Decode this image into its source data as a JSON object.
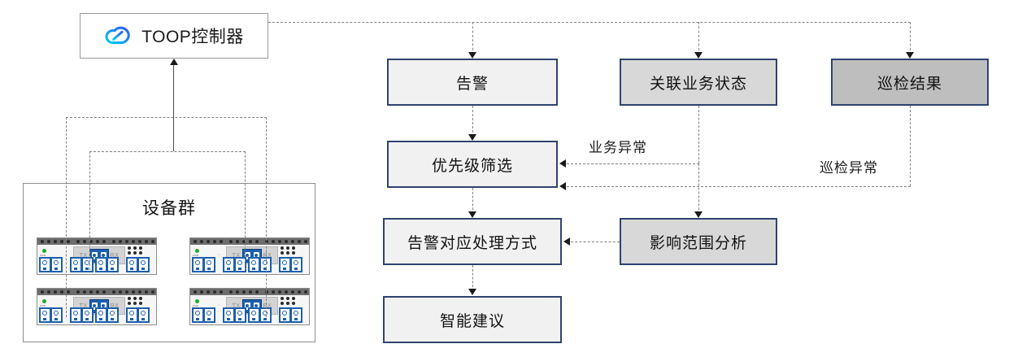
{
  "controller": {
    "label": "TOOP控制器",
    "icon": "cloud-icon"
  },
  "device_group": {
    "label": "设备群",
    "device_count": 4,
    "device": {
      "tx_label": "TX",
      "rx_label": "RX",
      "led_label": "PWR"
    }
  },
  "flow": {
    "boxes": [
      {
        "id": "alarm",
        "label": "告警",
        "fill": "#f1f1f1"
      },
      {
        "id": "biz-status",
        "label": "关联业务状态",
        "fill": "#d8d8d8"
      },
      {
        "id": "inspect-result",
        "label": "巡检结果",
        "fill": "#bebebe"
      },
      {
        "id": "priority",
        "label": "优先级筛选",
        "fill": "#f1f1f1"
      },
      {
        "id": "impact",
        "label": "影响范围分析",
        "fill": "#d8d8d8"
      },
      {
        "id": "handling",
        "label": "告警对应处理方式",
        "fill": "#f1f1f1"
      },
      {
        "id": "advice",
        "label": "智能建议",
        "fill": "#f1f1f1"
      }
    ],
    "edge_labels": [
      {
        "id": "biz-abnormal",
        "label": "业务异常"
      },
      {
        "id": "inspect-abnormal",
        "label": "巡检异常"
      }
    ]
  },
  "colors": {
    "box_border": "#2f4271",
    "connector": "#808080",
    "arrow": "#1a1a1a",
    "cloud_start": "#00c8f0",
    "cloud_end": "#2463f0",
    "led_green": "#1faa28",
    "port_blue": "#1c5fae"
  }
}
